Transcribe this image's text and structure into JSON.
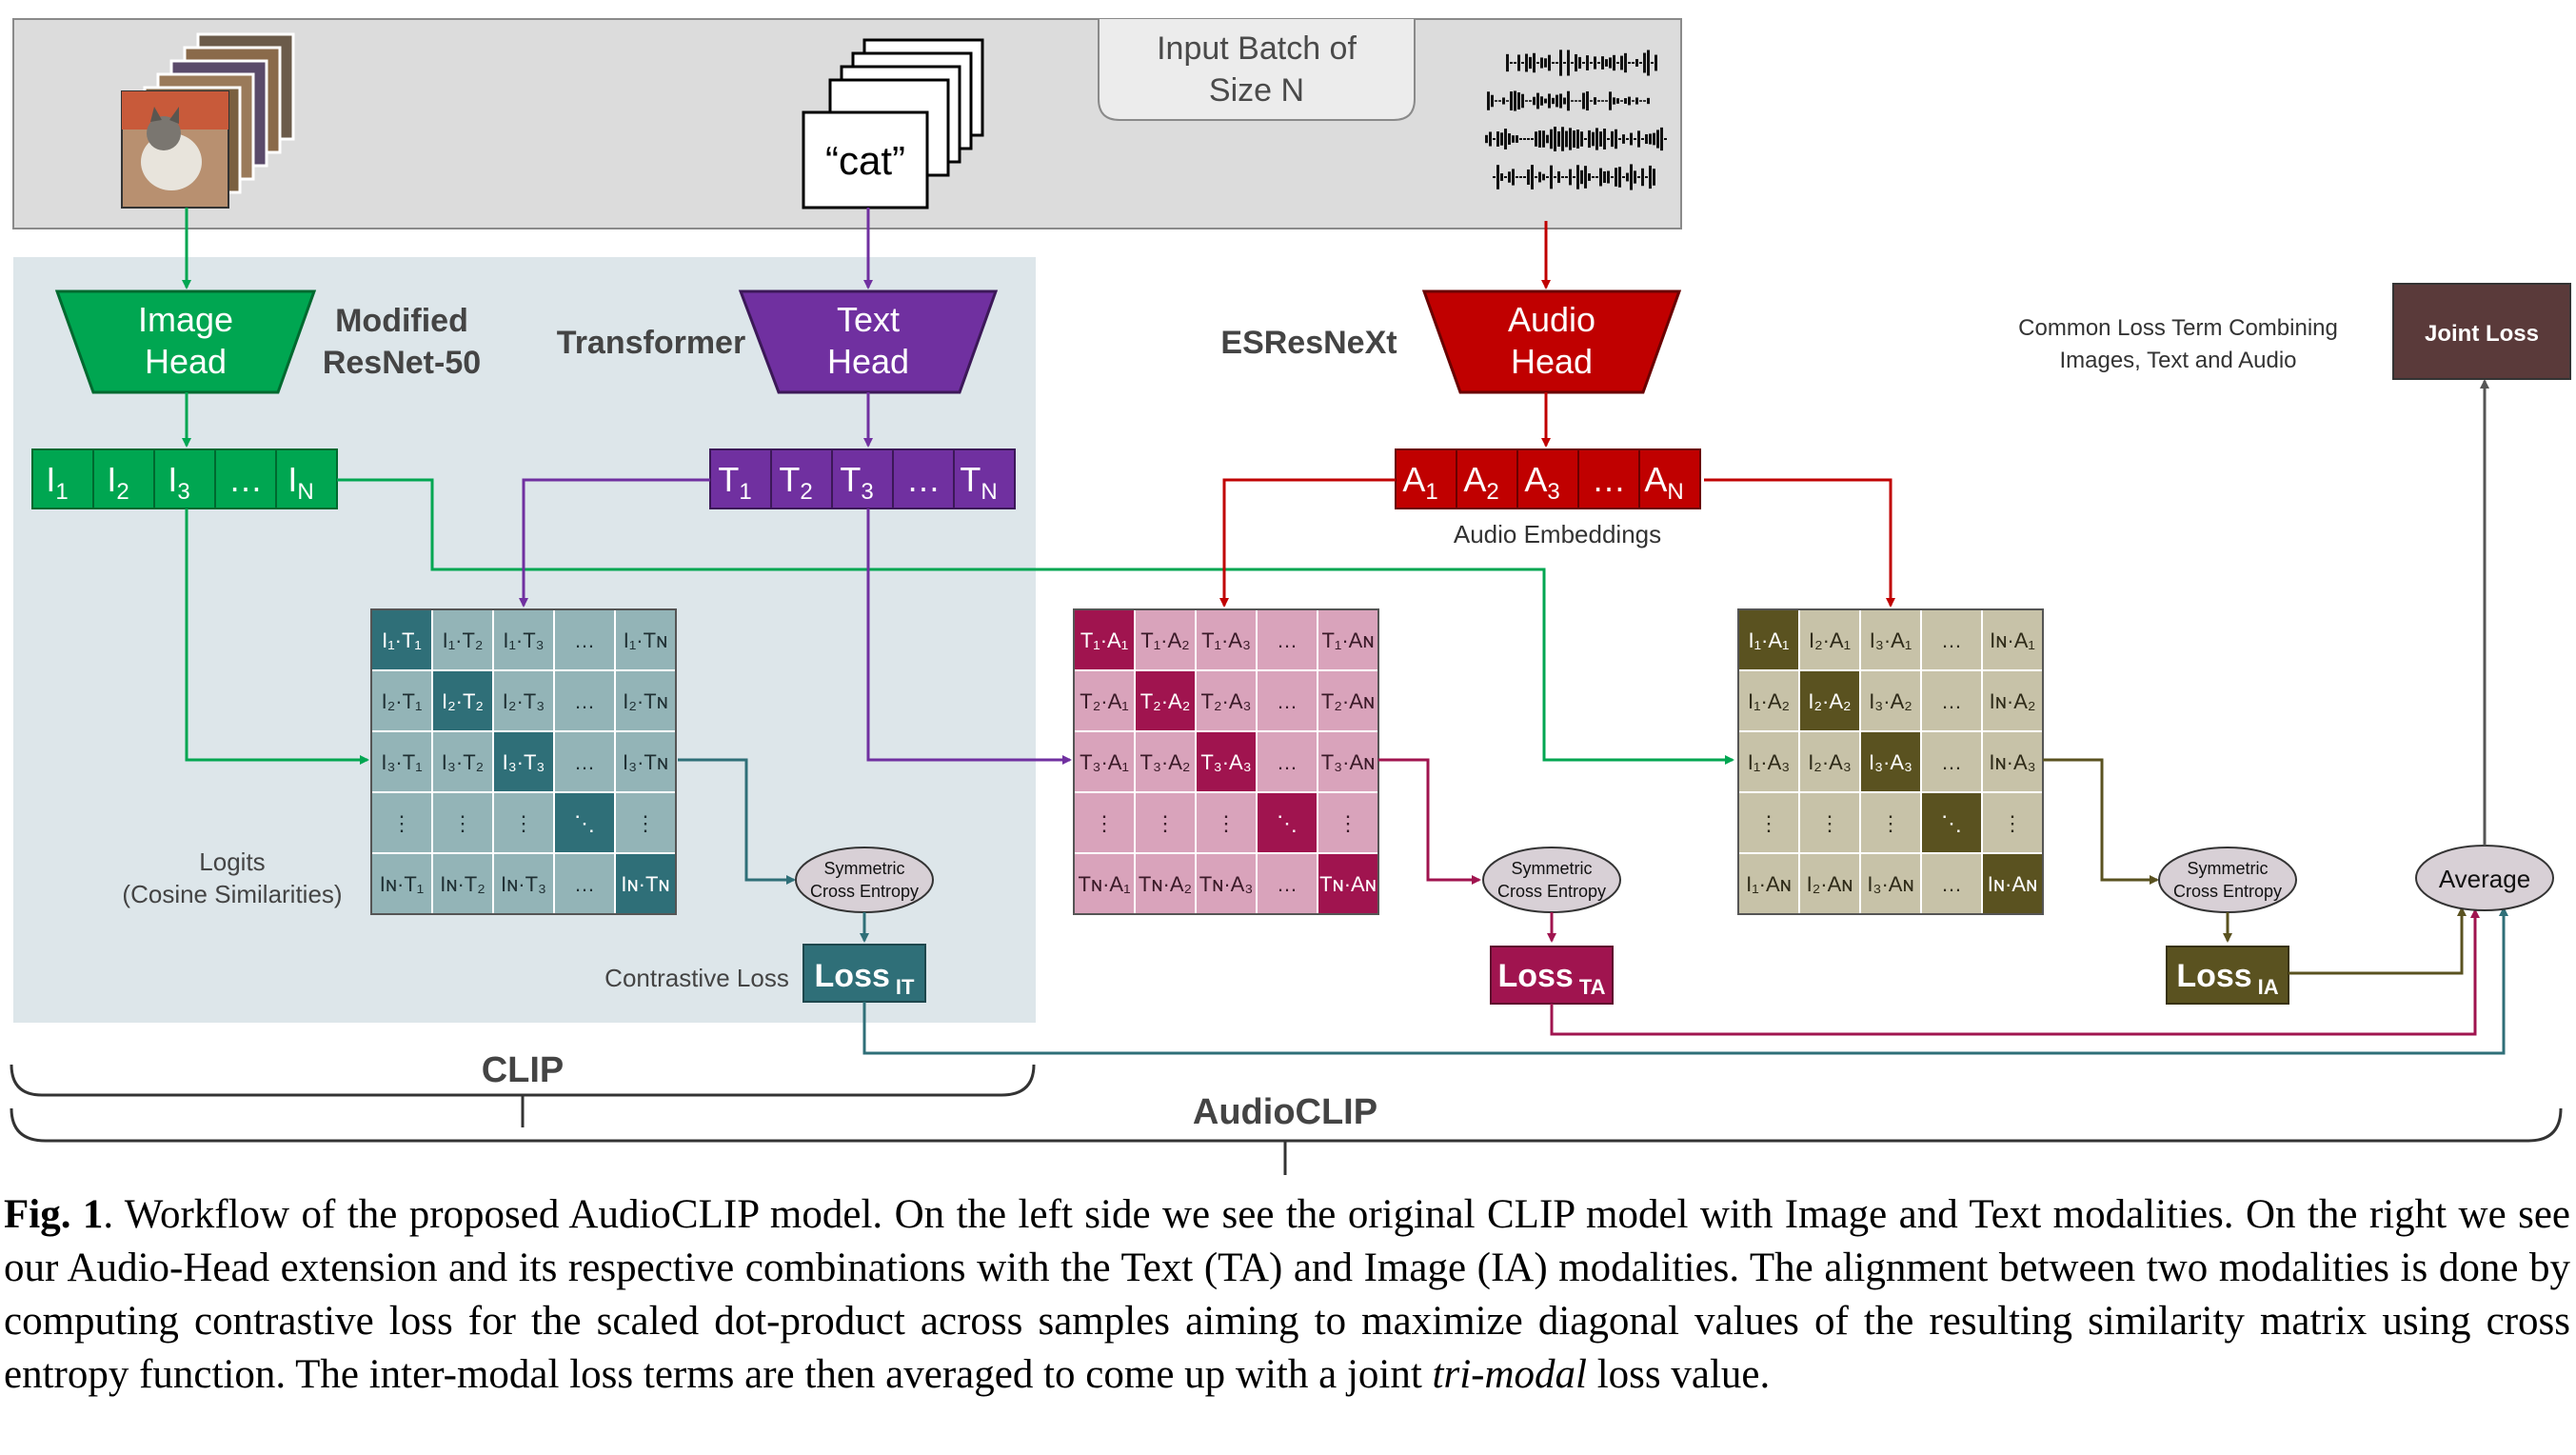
{
  "input_batch": {
    "label_line1": "Input Batch of",
    "label_line2": "Size N",
    "text_sample": "“cat”"
  },
  "heads": {
    "image": {
      "line1": "Image",
      "line2": "Head",
      "backbone_line1": "Modified",
      "backbone_line2": "ResNet-50",
      "color": "#00a651"
    },
    "text": {
      "line1": "Text",
      "line2": "Head",
      "backbone": "Transformer",
      "color": "#7030a0"
    },
    "audio": {
      "line1": "Audio",
      "line2": "Head",
      "backbone": "ESResNeXt",
      "color": "#c00000"
    }
  },
  "embeddings": {
    "image": [
      {
        "b": "I",
        "s": "1"
      },
      {
        "b": "I",
        "s": "2"
      },
      {
        "b": "I",
        "s": "3"
      },
      {
        "b": "…",
        "s": ""
      },
      {
        "b": "I",
        "s": "N"
      }
    ],
    "text": [
      {
        "b": "T",
        "s": "1"
      },
      {
        "b": "T",
        "s": "2"
      },
      {
        "b": "T",
        "s": "3"
      },
      {
        "b": "…",
        "s": ""
      },
      {
        "b": "T",
        "s": "N"
      }
    ],
    "audio": [
      {
        "b": "A",
        "s": "1"
      },
      {
        "b": "A",
        "s": "2"
      },
      {
        "b": "A",
        "s": "3"
      },
      {
        "b": "…",
        "s": ""
      },
      {
        "b": "A",
        "s": "N"
      }
    ],
    "audio_label": "Audio Embeddings"
  },
  "matrices": {
    "it": {
      "colors": {
        "diag": "#2f6f78",
        "cell": "#93b4b7",
        "text_on_diag": "#ffffff",
        "text": "#1f2f33"
      },
      "rows": [
        [
          "I₁·T₁",
          "I₁·T₂",
          "I₁·T₃",
          "…",
          "I₁·Tɴ"
        ],
        [
          "I₂·T₁",
          "I₂·T₂",
          "I₂·T₃",
          "…",
          "I₂·Tɴ"
        ],
        [
          "I₃·T₁",
          "I₃·T₂",
          "I₃·T₃",
          "…",
          "I₃·Tɴ"
        ],
        [
          "⋮",
          "⋮",
          "⋮",
          "⋱",
          "⋮"
        ],
        [
          "Iɴ·T₁",
          "Iɴ·T₂",
          "Iɴ·T₃",
          "…",
          "Iɴ·Tɴ"
        ]
      ]
    },
    "ta": {
      "colors": {
        "diag": "#a0144f",
        "cell": "#d9a3bb",
        "text_on_diag": "#ffffff",
        "text": "#3a1a28"
      },
      "rows": [
        [
          "T₁·A₁",
          "T₁·A₂",
          "T₁·A₃",
          "…",
          "T₁·Aɴ"
        ],
        [
          "T₂·A₁",
          "T₂·A₂",
          "T₂·A₃",
          "…",
          "T₂·Aɴ"
        ],
        [
          "T₃·A₁",
          "T₃·A₂",
          "T₃·A₃",
          "…",
          "T₃·Aɴ"
        ],
        [
          "⋮",
          "⋮",
          "⋮",
          "⋱",
          "⋮"
        ],
        [
          "Tɴ·A₁",
          "Tɴ·A₂",
          "Tɴ·A₃",
          "…",
          "Tɴ·Aɴ"
        ]
      ]
    },
    "ia": {
      "colors": {
        "diag": "#5a5220",
        "cell": "#c7c2a8",
        "text_on_diag": "#ffffff",
        "text": "#2e2a18"
      },
      "rows": [
        [
          "I₁·A₁",
          "I₂·A₁",
          "I₃·A₁",
          "…",
          "Iɴ·A₁"
        ],
        [
          "I₁·A₂",
          "I₂·A₂",
          "I₃·A₂",
          "…",
          "Iɴ·A₂"
        ],
        [
          "I₁·A₃",
          "I₂·A₃",
          "I₃·A₃",
          "…",
          "Iɴ·A₃"
        ],
        [
          "⋮",
          "⋮",
          "⋮",
          "⋱",
          "⋮"
        ],
        [
          "I₁·Aɴ",
          "I₂·Aɴ",
          "I₃·Aɴ",
          "…",
          "Iɴ·Aɴ"
        ]
      ]
    }
  },
  "labels": {
    "logits_line1": "Logits",
    "logits_line2": "(Cosine Similarities)",
    "contrastive_loss": "Contrastive Loss",
    "sce_line1": "Symmetric",
    "sce_line2": "Cross Entropy",
    "common_loss_line1": "Common Loss Term Combining",
    "common_loss_line2": "Images, Text and Audio",
    "joint_loss": "Joint Loss",
    "average": "Average",
    "clip": "CLIP",
    "audioclip": "AudioCLIP"
  },
  "losses": {
    "it": {
      "main": "Loss",
      "sub": "IT",
      "color": "#2f6f78"
    },
    "ta": {
      "main": "Loss",
      "sub": "TA",
      "color": "#a0144f"
    },
    "ia": {
      "main": "Loss",
      "sub": "IA",
      "color": "#5a5220"
    }
  },
  "joint_loss_color": "#5a3a3a",
  "caption": {
    "fig_label": "Fig. 1",
    "text_1": ". Workflow of the proposed AudioCLIP model. On the left side we see the original CLIP model with Image and Text modalities. On the right we see our Audio-Head extension and its respective combinations with the Text (TA) and Image (IA) modalities. The alignment between two modalities is done by computing contrastive loss for the scaled dot-product across samples aiming to maximize diagonal values of the resulting similarity matrix using cross entropy function. The inter-modal loss terms are then averaged to come up with a joint ",
    "italic": "tri-modal",
    "text_2": " loss value."
  }
}
